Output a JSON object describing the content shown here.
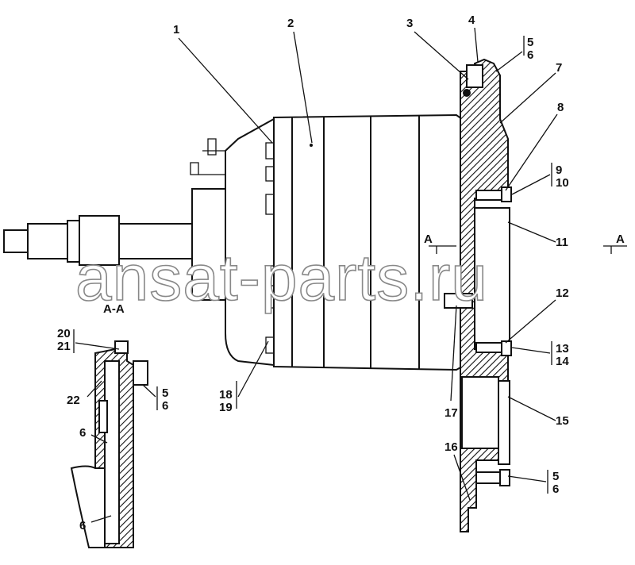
{
  "watermark": "ansat-parts.ru",
  "section_label": "A-A",
  "section_markers": [
    "A",
    "A"
  ],
  "callouts": {
    "c1": "1",
    "c2": "2",
    "c3": "3",
    "c4": "4",
    "c5a": "5",
    "c6a": "6",
    "c7": "7",
    "c8": "8",
    "c9": "9",
    "c10": "10",
    "c11": "11",
    "c12": "12",
    "c13": "13",
    "c14": "14",
    "c15": "15",
    "c16": "16",
    "c5b": "5",
    "c6b": "6",
    "c17": "17",
    "c18": "18",
    "c19": "19",
    "c20": "20",
    "c21": "21",
    "c22": "22",
    "c5c": "5",
    "c6c": "6",
    "c6d": "6",
    "c6e": "6"
  }
}
